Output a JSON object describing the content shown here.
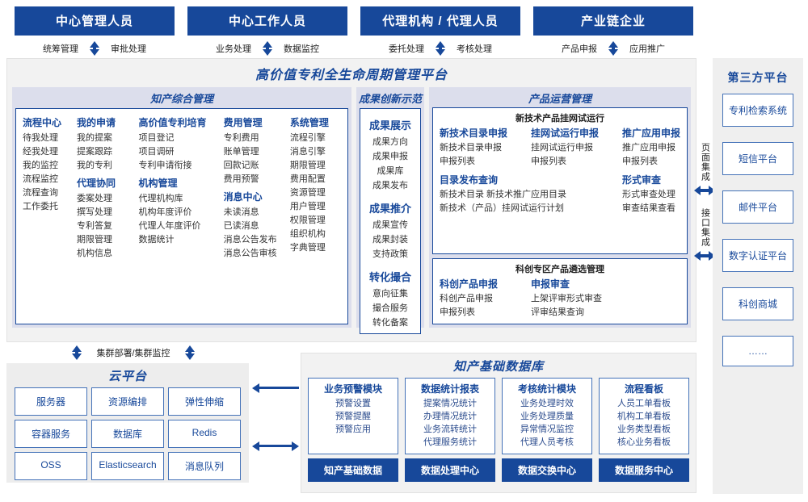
{
  "roles": [
    {
      "title": "中心管理人员",
      "left": "统筹管理",
      "right": "审批处理"
    },
    {
      "title": "中心工作人员",
      "left": "业务处理",
      "right": "数据监控"
    },
    {
      "title": "代理机构 / 代理人员",
      "left": "委托处理",
      "right": "考核处理"
    },
    {
      "title": "产业链企业",
      "left": "产品申报",
      "right": "应用推广"
    }
  ],
  "platform": {
    "title": "高价值专利全生命周期管理平台",
    "sections": {
      "comprehensive": {
        "title": "知产综合管理",
        "columns": [
          {
            "groups": [
              {
                "head": "流程中心",
                "items": [
                  "待我处理",
                  "经我处理",
                  "我的监控",
                  "流程监控",
                  "流程查询",
                  "工作委托"
                ]
              }
            ]
          },
          {
            "groups": [
              {
                "head": "我的申请",
                "items": [
                  "我的提案",
                  "提案跟踪",
                  "我的专利"
                ]
              },
              {
                "head": "代理协同",
                "items": [
                  "委案处理",
                  "撰写处理",
                  "专利答复",
                  "期限管理",
                  "机构信息"
                ]
              }
            ]
          },
          {
            "groups": [
              {
                "head": "高价值专利培育",
                "items": [
                  "项目登记",
                  "项目调研",
                  "专利申请衔接"
                ]
              },
              {
                "head": "机构管理",
                "items": [
                  "代理机构库",
                  "机构年度评价",
                  "代理人年度评价",
                  "数据统计"
                ]
              }
            ]
          },
          {
            "groups": [
              {
                "head": "费用管理",
                "items": [
                  "专利费用",
                  "账单管理",
                  "回款记账",
                  "费用预警"
                ]
              },
              {
                "head": "消息中心",
                "items": [
                  "未读消息",
                  "已读消息",
                  "消息公告发布",
                  "消息公告审核"
                ]
              }
            ]
          },
          {
            "groups": [
              {
                "head": "系统管理",
                "items": [
                  "流程引擎",
                  "消息引擎",
                  "期限管理",
                  "费用配置",
                  "资源管理",
                  "用户管理",
                  "权限管理",
                  "组织机构",
                  "字典管理"
                ]
              }
            ]
          }
        ]
      },
      "innovation": {
        "title": "成果创新示范",
        "groups": [
          {
            "head": "成果展示",
            "items": [
              "成果方向",
              "成果申报",
              "成果库",
              "成果发布"
            ]
          },
          {
            "head": "成果推介",
            "items": [
              "成果宣传",
              "成果封装",
              "支持政策"
            ]
          },
          {
            "head": "转化撮合",
            "items": [
              "意向征集",
              "撮合服务",
              "转化备案"
            ]
          }
        ]
      },
      "operation": {
        "title": "产品运营管理",
        "boxes": [
          {
            "title": "新技术产品挂网试运行",
            "rows": [
              {
                "cols": [
                  {
                    "head": "新技术目录申报",
                    "items": [
                      "新技术目录申报",
                      "申报列表"
                    ]
                  },
                  {
                    "head": "挂网试运行申报",
                    "items": [
                      "挂网试运行申报",
                      "申报列表"
                    ]
                  },
                  {
                    "head": "推广应用申报",
                    "items": [
                      "推广应用申报",
                      "申报列表"
                    ]
                  }
                ]
              },
              {
                "cols": [
                  {
                    "head": "目录发布查询",
                    "items": [
                      "新技术目录    新技术推广应用目录",
                      "新技术（产品）挂网试运行计划"
                    ]
                  },
                  {
                    "head": "形式审查",
                    "items": [
                      "形式审查处理",
                      "审查结果查看"
                    ]
                  }
                ]
              }
            ]
          },
          {
            "title": "科创专区产品遴选管理",
            "rows": [
              {
                "cols": [
                  {
                    "head": "科创产品申报",
                    "items": [
                      "科创产品申报",
                      "申报列表"
                    ]
                  },
                  {
                    "head": "申报审查",
                    "items": [
                      "上架评审形式审查",
                      "评审结果查询"
                    ]
                  }
                ]
              }
            ]
          }
        ]
      }
    }
  },
  "integration": [
    {
      "label": "页面集成"
    },
    {
      "label": "接口集成"
    }
  ],
  "third_party": {
    "title": "第三方平台",
    "items": [
      "专利检索系统",
      "短信平台",
      "邮件平台",
      "数字认证平台",
      "科创商城",
      "……"
    ]
  },
  "cluster_label": "集群部署/集群监控",
  "cloud": {
    "title": "云平台",
    "cells": [
      "服务器",
      "资源编排",
      "弹性伸缩",
      "容器服务",
      "数据库",
      "Redis",
      "OSS",
      "Elasticsearch",
      "消息队列"
    ]
  },
  "database": {
    "title": "知产基础数据库",
    "modules": [
      {
        "head": "业务预警模块",
        "items": [
          "预警设置",
          "预警提醒",
          "预警应用"
        ]
      },
      {
        "head": "数据统计报表",
        "items": [
          "提案情况统计",
          "办理情况统计",
          "业务流转统计",
          "代理服务统计"
        ]
      },
      {
        "head": "考核统计模块",
        "items": [
          "业务处理时效",
          "业务处理质量",
          "异常情况监控",
          "代理人员考核"
        ]
      },
      {
        "head": "流程看板",
        "items": [
          "人员工单看板",
          "机构工单看板",
          "业务类型看板",
          "核心业务看板"
        ]
      }
    ],
    "footer": [
      "知产基础数据",
      "数据处理中心",
      "数据交换中心",
      "数据服务中心"
    ]
  },
  "colors": {
    "brand_blue": "#17489a",
    "panel_bg": "#f2f2f2",
    "section_bg": "#dcdeec",
    "border_blue": "#4472b8"
  }
}
